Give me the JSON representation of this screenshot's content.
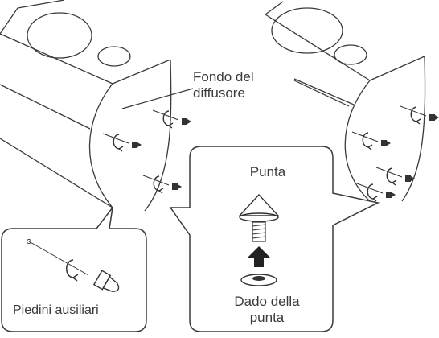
{
  "labels": {
    "speaker_bottom_line1": "Fondo del",
    "speaker_bottom_line2": "diffusore",
    "spike": "Punta",
    "spike_nut_line1": "Dado della",
    "spike_nut_line2": "punta",
    "aux_feet": "Piedini ausiliari"
  },
  "colors": {
    "stroke": "#3a3a3a",
    "text": "#3a3a3a",
    "background": "#ffffff"
  }
}
